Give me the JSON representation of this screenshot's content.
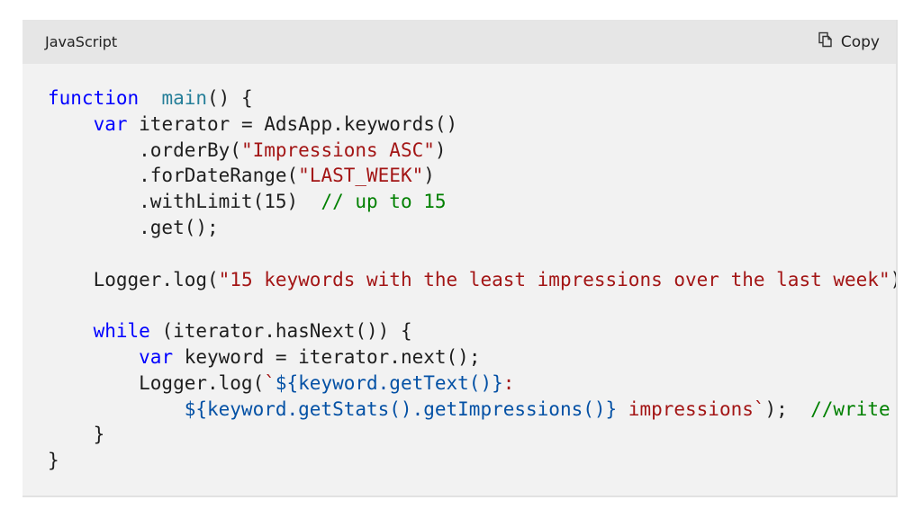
{
  "header": {
    "language": "JavaScript",
    "copy_label": "Copy",
    "copy_icon": "copy-icon"
  },
  "colors": {
    "keyword": "#0000ff",
    "function": "#267f99",
    "string": "#a31515",
    "comment": "#008000",
    "template": "#0451a5"
  },
  "code": [
    [
      [
        "kw",
        "function"
      ],
      [
        "",
        "  "
      ],
      [
        "fn",
        "main"
      ],
      [
        "",
        "() {"
      ]
    ],
    [
      [
        "",
        "    "
      ],
      [
        "kw",
        "var"
      ],
      [
        "",
        " iterator = AdsApp.keywords()"
      ]
    ],
    [
      [
        "",
        "        .orderBy("
      ],
      [
        "str",
        "\"Impressions ASC\""
      ],
      [
        "",
        ")"
      ]
    ],
    [
      [
        "",
        "        .forDateRange("
      ],
      [
        "str",
        "\"LAST_WEEK\""
      ],
      [
        "",
        ")"
      ]
    ],
    [
      [
        "",
        "        .withLimit(15)  "
      ],
      [
        "cm",
        "// up to 15"
      ]
    ],
    [
      [
        "",
        "        .get();"
      ]
    ],
    [],
    [
      [
        "",
        "    Logger.log("
      ],
      [
        "str",
        "\"15 keywords with the least impressions over the last week\""
      ],
      [
        "",
        ");"
      ]
    ],
    [],
    [
      [
        "",
        "    "
      ],
      [
        "kw",
        "while"
      ],
      [
        "",
        " (iterator.hasNext()) {"
      ]
    ],
    [
      [
        "",
        "        "
      ],
      [
        "kw",
        "var"
      ],
      [
        "",
        " keyword = iterator.next();"
      ]
    ],
    [
      [
        "",
        "        Logger.log("
      ],
      [
        "str",
        "`"
      ],
      [
        "tpl",
        "${keyword.getText()}"
      ],
      [
        "str",
        ":"
      ]
    ],
    [
      [
        "",
        "            "
      ],
      [
        "tpl",
        "${keyword.getStats().getImpressions()}"
      ],
      [
        "str",
        " impressions`"
      ],
      [
        "",
        "); "
      ],
      [
        "cm",
        " //write"
      ]
    ],
    [
      [
        "",
        "    }"
      ]
    ],
    [
      [
        "",
        "}"
      ]
    ]
  ]
}
